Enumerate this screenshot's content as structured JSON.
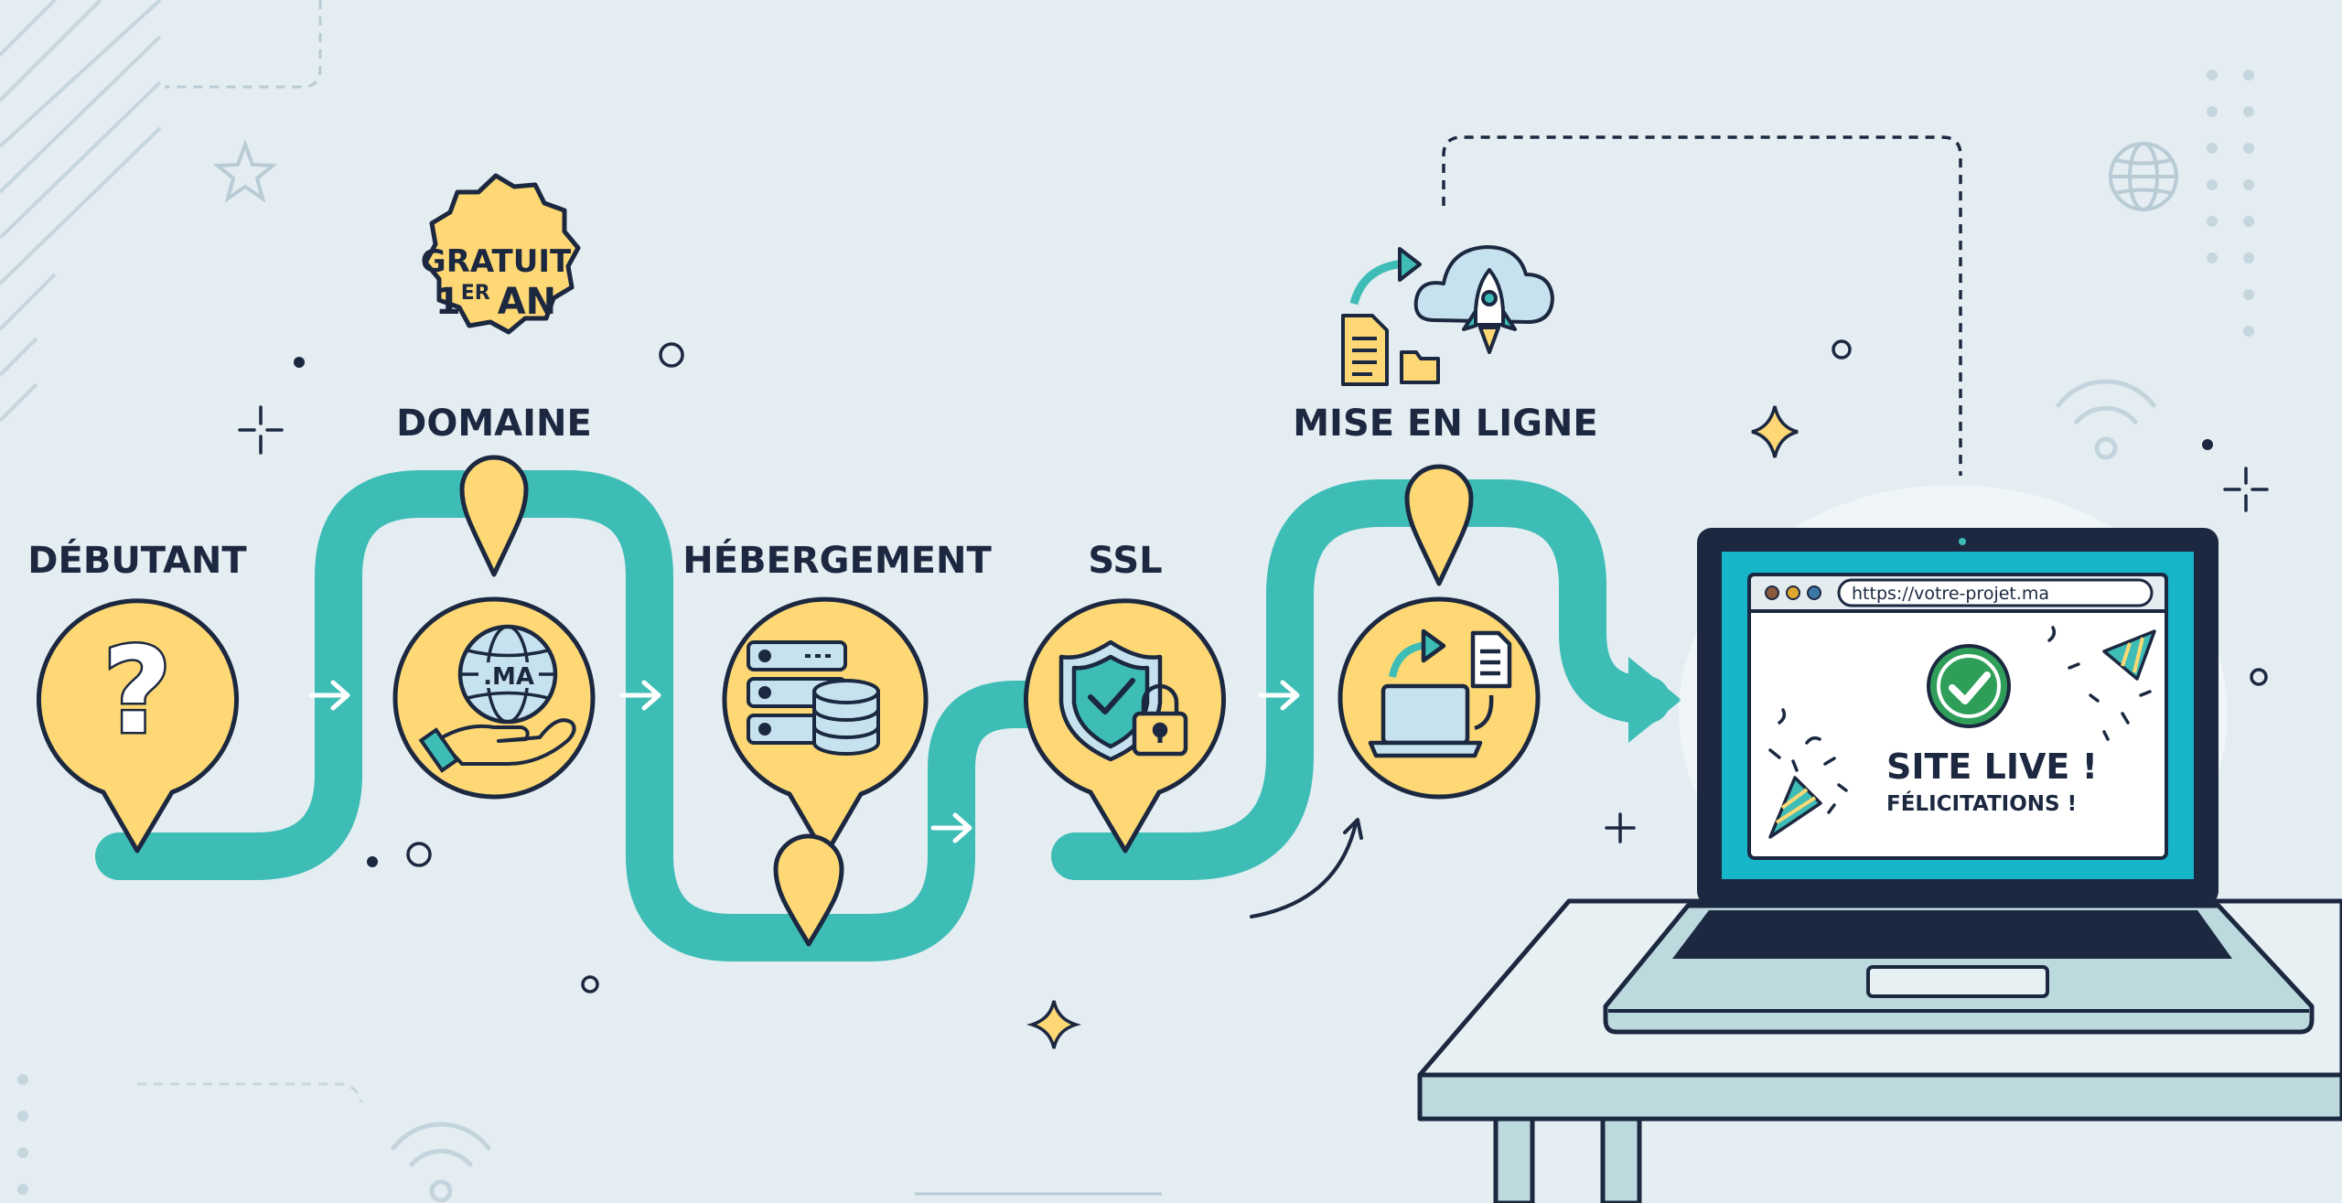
{
  "colors": {
    "background": "#e3edf2",
    "path": "#3dbdb5",
    "marker": "#fdd874",
    "outline": "#1b2840",
    "screen_frame": "#16b5c9",
    "laptop_body": "#bcd9de",
    "check": "#2e9e58"
  },
  "badge": {
    "line1": "GRATUIT",
    "line2_num": "1",
    "line2_sup": "ER",
    "line2_word": "AN"
  },
  "steps": [
    {
      "label": "DÉBUTANT",
      "icon": "question-mark-icon"
    },
    {
      "label": "DOMAINE",
      "icon": "globe-in-hand-icon",
      "globe_text": ".MA"
    },
    {
      "label": "HÉBERGEMENT",
      "icon": "server-database-icon"
    },
    {
      "label": "SSL",
      "icon": "shield-lock-icon"
    },
    {
      "label": "MISE EN LIGNE",
      "icon": "laptop-upload-icon"
    }
  ],
  "screen": {
    "url": "https://votre-projet.ma",
    "title": "SITE LIVE !",
    "subtitle": "FÉLICITATIONS !"
  },
  "decor_icons": [
    "upload-cloud-rocket-icon",
    "globe-icon",
    "wifi-icon",
    "sparkle-icon",
    "party-popper-icon",
    "confetti-icon"
  ]
}
